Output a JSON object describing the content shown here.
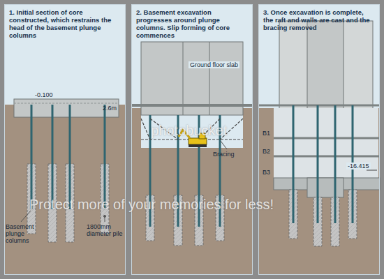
{
  "diagram": {
    "nodes": [
      {
        "text": [
          "1. Initial section of core constructed, which restrains the head of the basement plunge columns"
        ]
      },
      {
        "text": [
          "2. Basement excavation progresses around plunge columns. Slip forming of core commences"
        ]
      },
      {
        "text": [
          "3. Once excavation is complete, the raft and walls are cast and the bracing removed"
        ]
      }
    ],
    "labels": [
      "-0.100",
      "2.6m",
      "Basement plunge columns",
      "1800mm diameter pile",
      "Ground floor slab",
      "Bracing",
      "B1",
      "B2",
      "B3",
      "-16.415",
      "photobucket",
      "Protect more of your memories for less!"
    ]
  }
}
